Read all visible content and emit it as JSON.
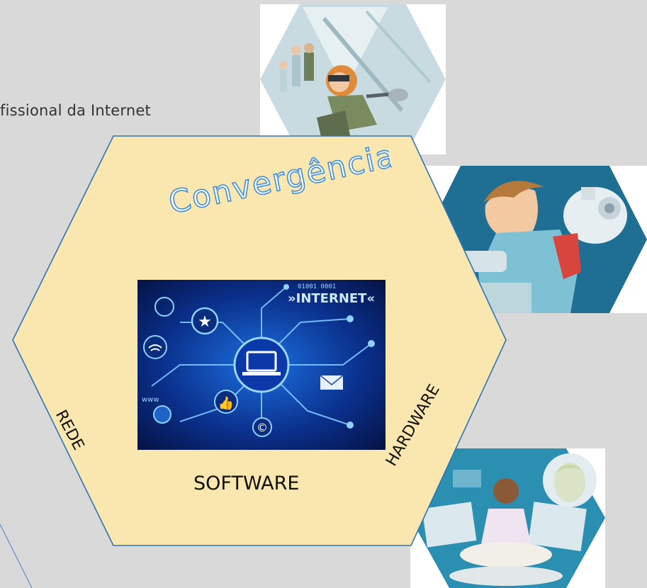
{
  "slide": {
    "subtitle": "fissional da Internet",
    "title": "Convergência",
    "labels": {
      "left": "REDE",
      "bottom": "SOFTWARE",
      "right": "HARDWARE"
    },
    "center_image": {
      "heading": "»INTERNET«",
      "digits": "01001 0001",
      "tiny": "www"
    },
    "colors": {
      "background": "#d9d9d9",
      "hexagon_fill": "#fae7b0",
      "hexagon_stroke": "#2e75b6",
      "title_fill": "#ffffff",
      "title_stroke": "#3f8ed8"
    },
    "illustrations": [
      {
        "name": "illustration-welder-with-visitors",
        "icon": "welder-icon"
      },
      {
        "name": "illustration-young-man-with-machine",
        "icon": "engine-icon"
      },
      {
        "name": "illustration-meditating-man-screens",
        "icon": "screens-icon"
      }
    ]
  }
}
